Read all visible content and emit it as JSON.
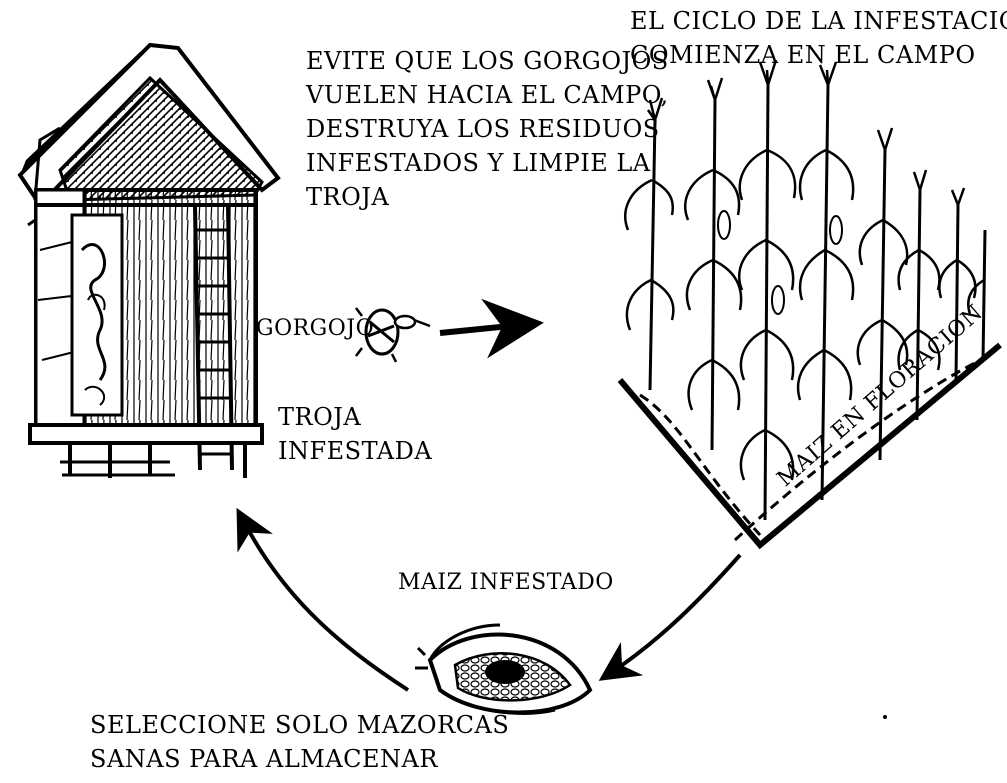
{
  "title": {
    "lines": [
      "EL CICLO DE LA INFESTACION",
      "COMIENZA EN EL CAMPO"
    ]
  },
  "advice": {
    "lines": [
      "EVITE QUE LOS GORGOJOS",
      "VUELEN HACIA EL CAMPO,",
      "DESTRUYA LOS RESIDUOS",
      "INFESTADOS Y LIMPIE LA",
      "TROJA"
    ]
  },
  "weevil": {
    "label": "GORGOJO"
  },
  "storehouse": {
    "lines": [
      "TROJA",
      "INFESTADA"
    ]
  },
  "field": {
    "label": "MAIZ EN FLORACION"
  },
  "ear": {
    "label": "MAIZ INFESTADO"
  },
  "selection": {
    "lines": [
      "SELECCIONE SOLO MAZORCAS",
      "SANAS PARA ALMACENAR"
    ]
  },
  "colors": {
    "ink": "#000000",
    "paper": "#ffffff"
  }
}
